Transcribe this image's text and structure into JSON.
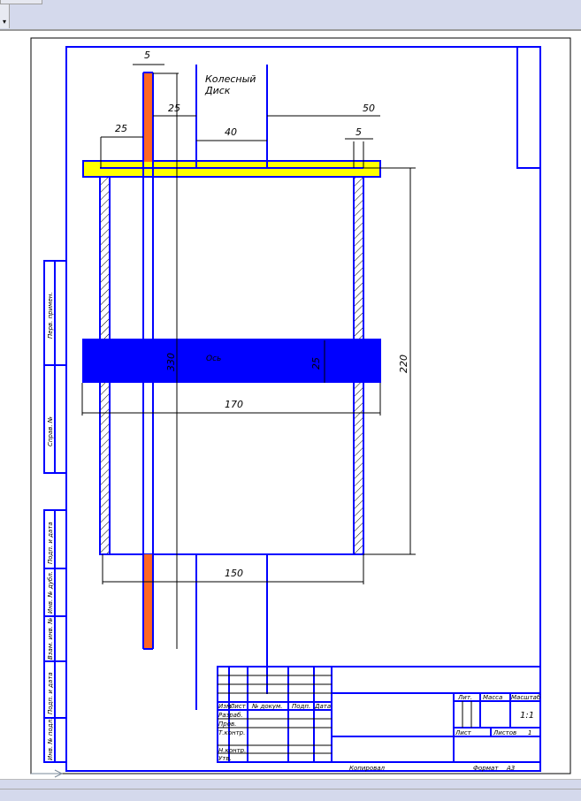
{
  "toolbar": {
    "dropdown_icon": "▾"
  },
  "drawing": {
    "label_wheel_line1": "Колесный",
    "label_wheel_line2": "Диск",
    "label_axle": "Ось",
    "dims": {
      "shaft_width": "5",
      "left_offset": "25",
      "shaft_to_disc": "25",
      "disc_width": "40",
      "right_offset": "50",
      "wall": "5",
      "axle_height": "25",
      "shaft_length": "330",
      "axle_length": "170",
      "height": "220",
      "inner_width": "150"
    },
    "colors": {
      "frame": "#0000ff",
      "yellow_bar": "#ffff00",
      "shaft": "#ff6622",
      "axle": "#0000ff"
    }
  },
  "side_stamp": [
    "Перв. примен.",
    "Справ. №",
    "Подп. и дата",
    "Инв. № дубл.",
    "Взам. инв. №",
    "Подп. и дата",
    "Инв. № подл."
  ],
  "title_block": {
    "headers": [
      "Изм.",
      "Лист",
      "№ докум.",
      "Подп.",
      "Дата"
    ],
    "roles": [
      "Разраб.",
      "Пров.",
      "Т.контр.",
      "",
      "Н.контр.",
      "Утв."
    ],
    "lit": "Лит.",
    "mass": "Масса",
    "scale_label": "Масштаб",
    "scale_value": "1:1",
    "sheet": "Лист",
    "sheets": "Листов",
    "sheets_value": "1",
    "copied": "Копировал",
    "format": "Формат",
    "format_value": "A3"
  }
}
